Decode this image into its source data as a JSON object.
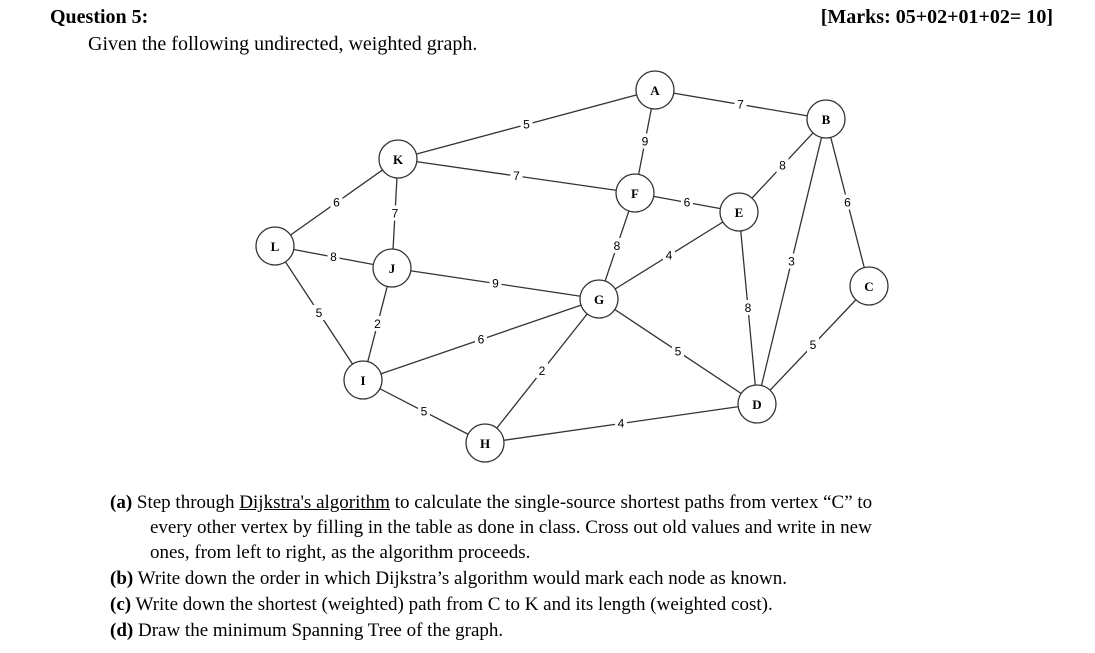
{
  "header": {
    "title": "Question 5:",
    "marks": "[Marks: 05+02+01+02= 10]",
    "intro": "Given the following undirected, weighted graph."
  },
  "graph": {
    "nodes": [
      {
        "id": "A",
        "label": "A"
      },
      {
        "id": "B",
        "label": "B"
      },
      {
        "id": "C",
        "label": "C"
      },
      {
        "id": "D",
        "label": "D"
      },
      {
        "id": "E",
        "label": "E"
      },
      {
        "id": "F",
        "label": "F"
      },
      {
        "id": "G",
        "label": "G"
      },
      {
        "id": "H",
        "label": "H"
      },
      {
        "id": "I",
        "label": "I"
      },
      {
        "id": "J",
        "label": "J"
      },
      {
        "id": "K",
        "label": "K"
      },
      {
        "id": "L",
        "label": "L"
      }
    ],
    "edges": [
      {
        "from": "K",
        "to": "A",
        "weight": "5"
      },
      {
        "from": "A",
        "to": "B",
        "weight": "7"
      },
      {
        "from": "A",
        "to": "F",
        "weight": "9"
      },
      {
        "from": "K",
        "to": "F",
        "weight": "7"
      },
      {
        "from": "F",
        "to": "E",
        "weight": "6"
      },
      {
        "from": "E",
        "to": "B",
        "weight": "8"
      },
      {
        "from": "B",
        "to": "C",
        "weight": "6"
      },
      {
        "from": "B",
        "to": "D",
        "weight": "3"
      },
      {
        "from": "L",
        "to": "K",
        "weight": "6"
      },
      {
        "from": "K",
        "to": "J",
        "weight": "7"
      },
      {
        "from": "L",
        "to": "J",
        "weight": "8"
      },
      {
        "from": "F",
        "to": "G",
        "weight": "8"
      },
      {
        "from": "G",
        "to": "E",
        "weight": "4"
      },
      {
        "from": "E",
        "to": "D",
        "weight": "8"
      },
      {
        "from": "J",
        "to": "G",
        "weight": "9"
      },
      {
        "from": "L",
        "to": "I",
        "weight": "5"
      },
      {
        "from": "J",
        "to": "I",
        "weight": "2"
      },
      {
        "from": "I",
        "to": "G",
        "weight": "6"
      },
      {
        "from": "G",
        "to": "D",
        "weight": "5"
      },
      {
        "from": "C",
        "to": "D",
        "weight": "5"
      },
      {
        "from": "G",
        "to": "H",
        "weight": "2"
      },
      {
        "from": "I",
        "to": "H",
        "weight": "5"
      },
      {
        "from": "H",
        "to": "D",
        "weight": "4"
      }
    ]
  },
  "questions": {
    "a": {
      "label": "(a)",
      "pre": "Step through ",
      "link": "Dijkstra's algorithm",
      "line1_post": " to calculate the single-source shortest paths from vertex “C” to",
      "line2": "every other vertex by filling in the table as done in class. Cross out old values and write in new",
      "line3": "ones, from left to right, as the algorithm proceeds."
    },
    "b": {
      "label": "(b)",
      "text": "Write down the order in which Dijkstra’s algorithm would mark each node as known."
    },
    "c": {
      "label": "(c)",
      "text": "Write down the shortest (weighted) path from C to K and its length (weighted cost)."
    },
    "d": {
      "label": "(d)",
      "text": "Draw the minimum Spanning Tree of the graph."
    }
  }
}
